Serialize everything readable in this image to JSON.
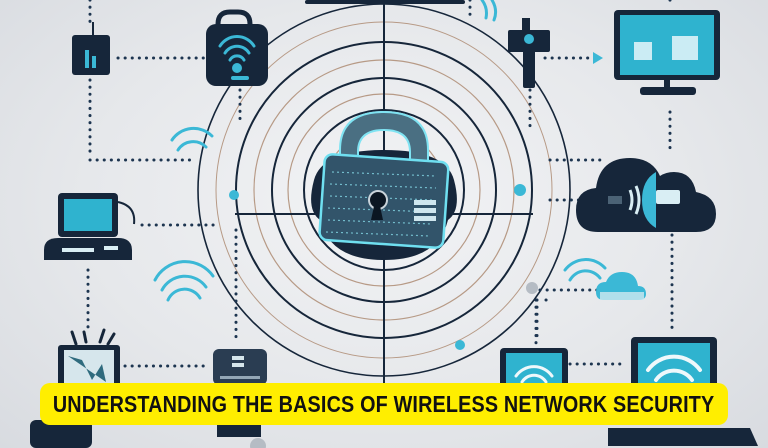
{
  "title_banner": {
    "text": "UNDERSTANDING THE BASICS OF WIRELESS NETWORK SECURITY",
    "background_color": "#ffee00",
    "text_color": "#111111"
  },
  "illustration": {
    "subject": "wireless network security",
    "center_icon": "padlock-icon",
    "background_color": "#e6e8eb",
    "accent_colors": {
      "navy": "#16263a",
      "cyan": "#3bb8d6",
      "screen_blue": "#2fb3cf"
    },
    "devices": [
      {
        "name": "router-icon",
        "position": "top-left"
      },
      {
        "name": "wifi-hub-icon",
        "position": "top-left-center"
      },
      {
        "name": "antenna-icon",
        "position": "top-right-center"
      },
      {
        "name": "monitor-icon",
        "position": "top-right"
      },
      {
        "name": "laptop-icon",
        "position": "middle-left"
      },
      {
        "name": "cloud-icon",
        "position": "middle-right"
      },
      {
        "name": "tv-icon",
        "position": "bottom-left"
      },
      {
        "name": "server-icon",
        "position": "bottom-left-center"
      },
      {
        "name": "tablet-icon",
        "position": "bottom-right-center"
      },
      {
        "name": "laptop-wifi-icon",
        "position": "bottom-right"
      }
    ]
  }
}
